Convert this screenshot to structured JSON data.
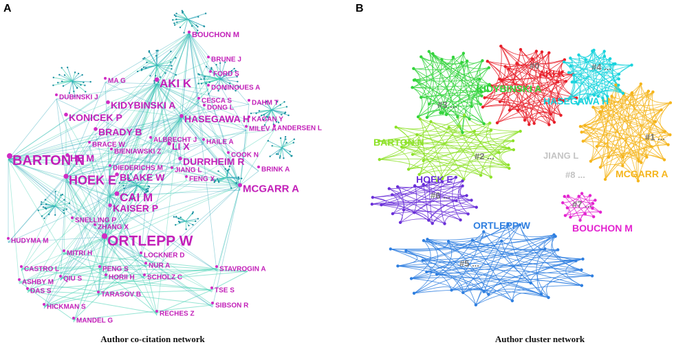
{
  "panels": [
    {
      "letter": "A",
      "caption": "Author co-citation network"
    },
    {
      "letter": "B",
      "caption": "Author cluster network"
    }
  ],
  "panelA": {
    "labels": [
      "BOUCHON M",
      "BRUNE J",
      "MA G",
      "AKI K",
      "FORD S",
      "DOMINGUES A",
      "DUBINSKI J",
      "KIDYBINSKI A",
      "CESCA S",
      "DONG L",
      "DAHM T",
      "KONICEK P",
      "HASEGAWA H",
      "KAGAN Y",
      "MILEV A",
      "ANDERSEN L",
      "BRADY B",
      "ALBRECHT J",
      "BRACE W",
      "LI X",
      "HAILE A",
      "BIENIAWSKI Z",
      "BARTON N",
      "HE M",
      "DURRHEIM R",
      "COOK N",
      "DIEDERICHS M",
      "JIANG L",
      "BRINK A",
      "BLAKE W",
      "HOEK E",
      "FENG X",
      "MCGARR A",
      "CAI M",
      "KAISER P",
      "SNELLING P",
      "ZHANG X",
      "ORTLEPP W",
      "HUDYMA M",
      "MITRI H",
      "LOCKNER D",
      "CASTRO L",
      "NUR A",
      "PENG S",
      "STAVROGIN A",
      "ASHBY M",
      "QIU S",
      "HORII H",
      "SCHOLZ C",
      "DAS S",
      "TARASOV B",
      "TSE S",
      "HICKMAN S",
      "RECHES Z",
      "SIBSON R",
      "MANDEL G"
    ]
  },
  "panelB": {
    "clusters": [
      {
        "tag": "#0",
        "author": "AKI K",
        "color": "#e8202a"
      },
      {
        "tag": "#1 ...",
        "author": "MCGARR A",
        "color": "#f5b51c"
      },
      {
        "tag": "#2 ...",
        "author": "BARTON N",
        "color": "#8ee22a"
      },
      {
        "tag": "#3 ...",
        "author": "KIDYBINSKI A",
        "color": "#33d43c"
      },
      {
        "tag": "#4 ...",
        "author": "HASEGAWA H",
        "color": "#19d3dd"
      },
      {
        "tag": "#5 ...",
        "author": "ORTLEPP W",
        "color": "#2f7fe0"
      },
      {
        "tag": "#6 ...",
        "author": "HOEK E",
        "color": "#6a2fd8"
      },
      {
        "tag": "#7 ...",
        "author": "BOUCHON M",
        "color": "#e324d0"
      },
      {
        "tag": "#8 ...",
        "author": "JIANG L",
        "color": "#c4c4c4"
      }
    ]
  },
  "colors": {
    "edgeA": "#3fd0b0",
    "edgeA2": "#2aa6b8",
    "nodeA": "#1a8fa0",
    "labelA": "#c21fb8"
  }
}
